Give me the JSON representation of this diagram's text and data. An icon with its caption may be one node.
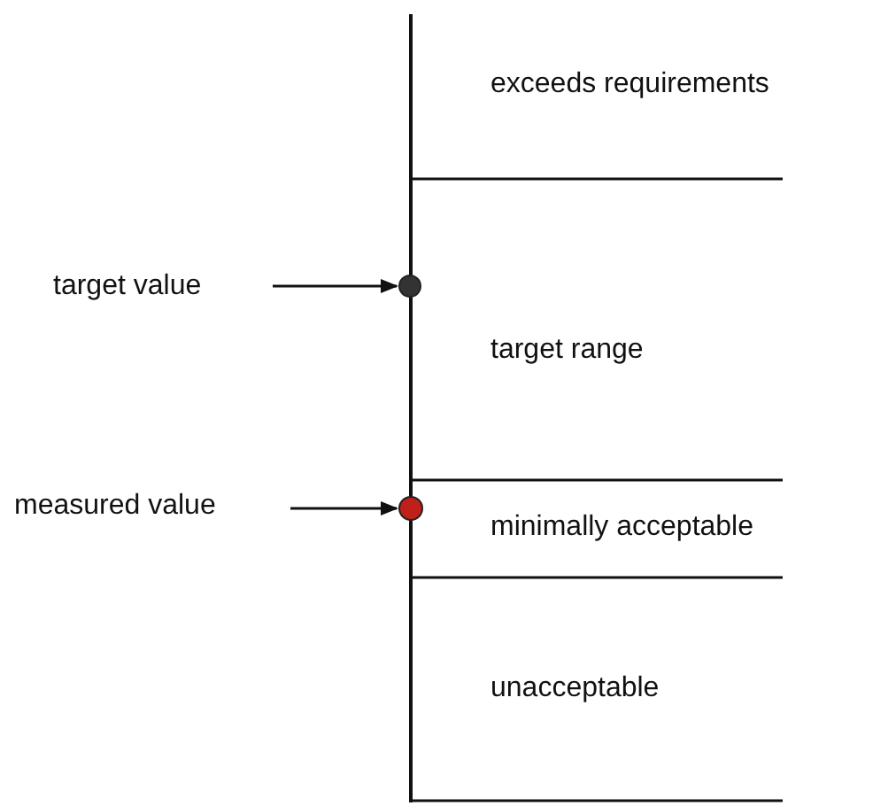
{
  "diagram": {
    "nodes": [
      {
        "text": [
          "target value"
        ]
      },
      {
        "text": [],
        "shape": "circle"
      },
      {
        "text": [
          "measured value"
        ]
      },
      {
        "text": [],
        "shape": "circle"
      }
    ],
    "edges": [
      {
        "from": 0,
        "to": 1,
        "arrow": "to"
      },
      {
        "from": 2,
        "to": 3,
        "arrow": "to"
      }
    ],
    "labels": [
      "exceeds requirements",
      "target range",
      "minimally acceptable",
      "unacceptable"
    ]
  }
}
